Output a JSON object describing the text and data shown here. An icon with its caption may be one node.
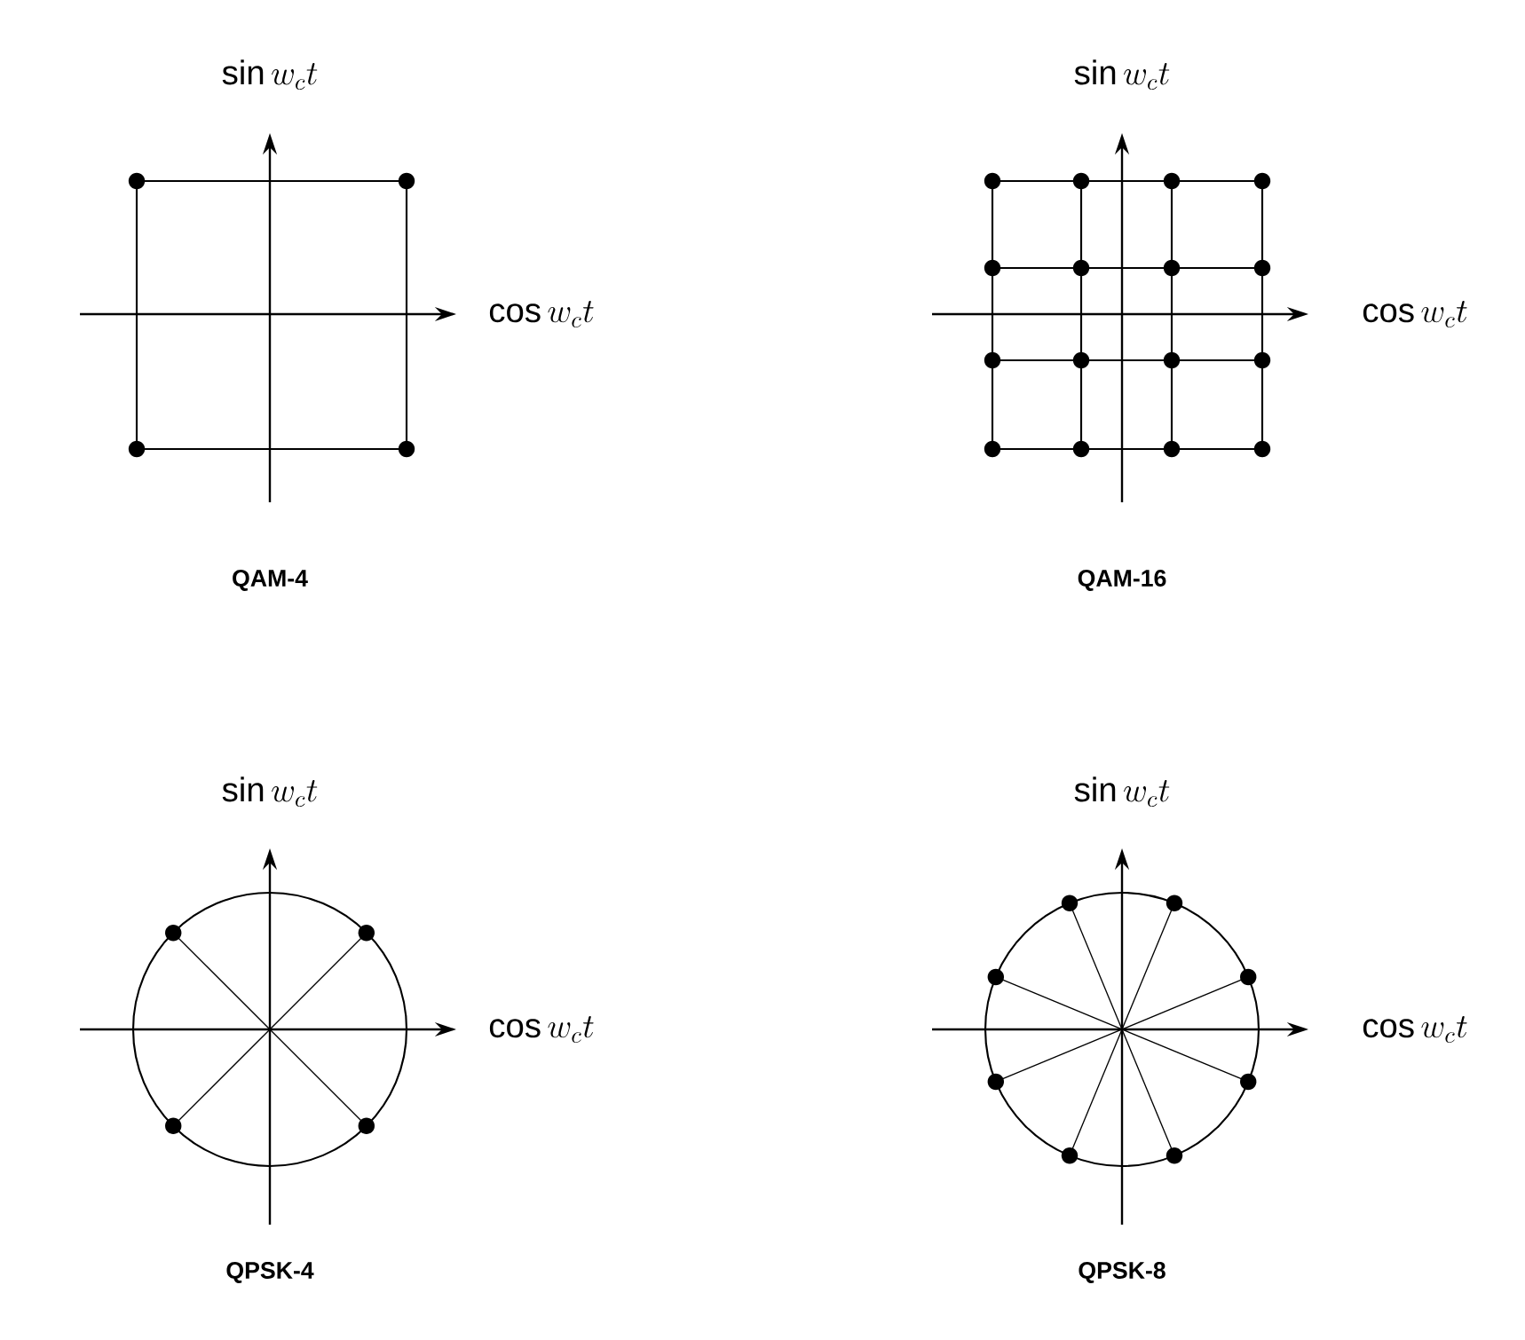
{
  "diagram": {
    "labels": [
      "\\sin w_c t",
      "\\sin w_c t",
      "\\cos w_c t",
      "\\cos w_c t",
      "QAM-4",
      "QAM-16",
      "\\sin w_c t",
      "\\sin w_c t",
      "\\cos w_c t",
      "\\cos w_c t",
      "QPSK-4",
      "QPSK-8"
    ]
  }
}
